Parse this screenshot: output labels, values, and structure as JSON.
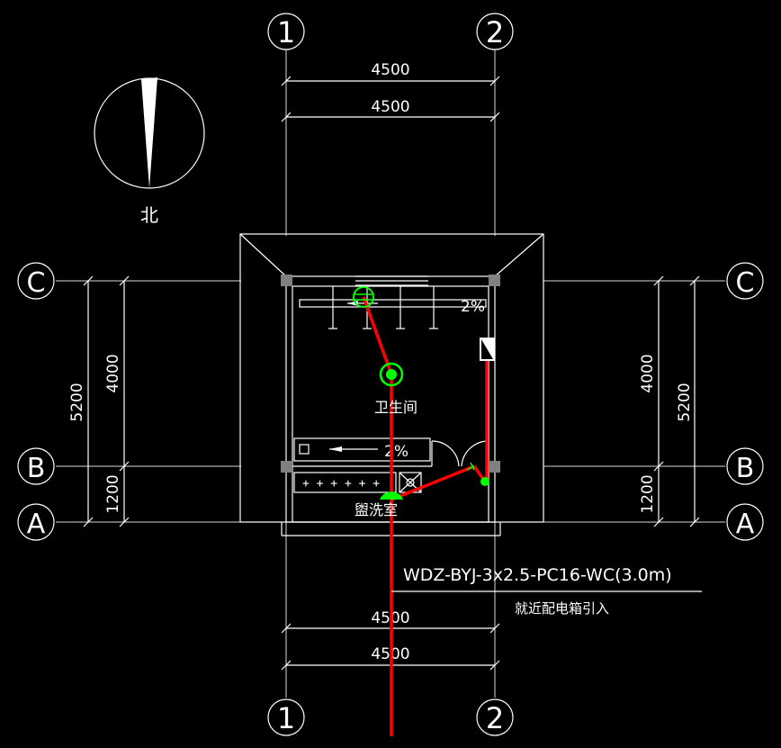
{
  "grid": {
    "cols": [
      "1",
      "2"
    ],
    "rows": [
      "A",
      "B",
      "C"
    ]
  },
  "dimensions": {
    "horizontal_top": [
      "4500",
      "4500"
    ],
    "horizontal_bottom": [
      "4500",
      "4500"
    ],
    "vertical_inner": [
      "4000",
      "1200"
    ],
    "vertical_total": "5200"
  },
  "north_label": "北",
  "rooms": {
    "toilet": "卫生间",
    "washroom": "盥洗室"
  },
  "slope_labels": [
    "2%",
    "2%"
  ],
  "cable": {
    "spec": "WDZ-BYJ-3x2.5-PC16-WC(3.0m)",
    "note": "就近配电箱引入"
  },
  "colors": {
    "background": "#000000",
    "lines": "#ffffff",
    "wiring": "#ff0000",
    "fixtures": "#00ff00",
    "columns": "#808080"
  }
}
